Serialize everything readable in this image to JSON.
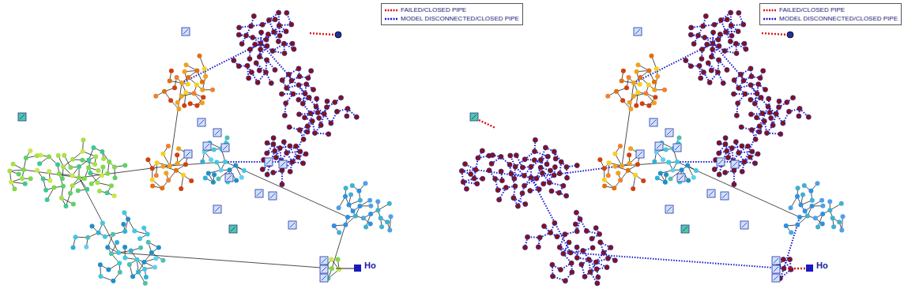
{
  "diagram": {
    "labels": [
      "Ho",
      "Ho"
    ],
    "legend": [
      {
        "text": "FAILED/CLOSED PIPE"
      },
      {
        "text": "MODEL DISCONNECTED/CLOSED PIPE"
      },
      {
        "text": "FAILED/CLOSED PIPE"
      },
      {
        "text": "MODEL DISCONNECTED/CLOSED PIPE"
      }
    ]
  }
}
